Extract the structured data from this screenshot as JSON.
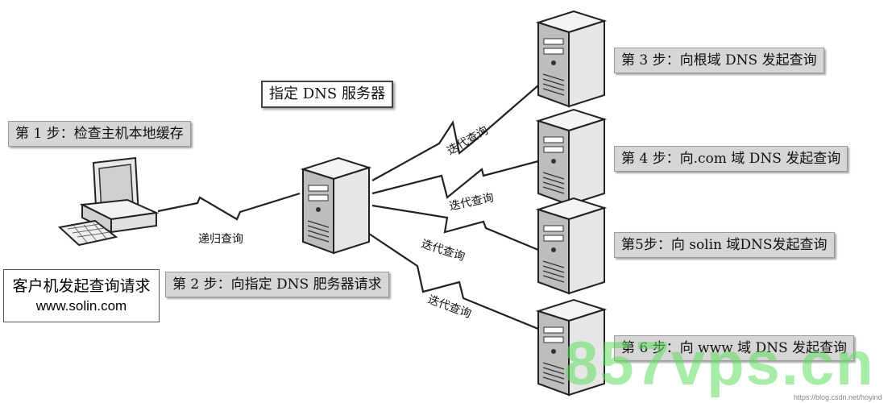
{
  "dns_server_label": "指定 DNS 服务器",
  "steps": {
    "step1": "第 1 步：检查主机本地缓存",
    "step2": "第 2 步：向指定 DNS 肥务器请求",
    "step3": "第 3 步：向根域 DNS 发起查询",
    "step4": "第 4 步：向.com 域 DNS 发起查询",
    "step5": "第5步：向 solin 域DNS发起查询",
    "step6": "第 6 步：向 www 域 DNS 发起查询"
  },
  "client": {
    "line1": "客户机发起查询请求",
    "line2": "www.solin.com"
  },
  "edges": {
    "recursive": "递归查询",
    "iterative_1": "迭代查询",
    "iterative_2": "迭代查询",
    "iterative_3": "迭代查询",
    "iterative_4": "迭代查询"
  },
  "watermark": {
    "text": "857vps.cn",
    "credit": "https://blog.csdn.net/hoyind"
  }
}
